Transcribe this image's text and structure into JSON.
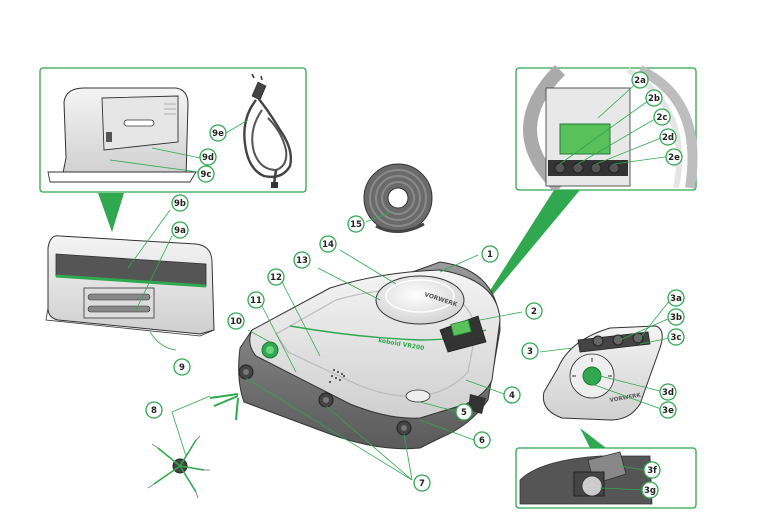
{
  "colors": {
    "accent": "#2fa84f",
    "accent_dark": "#1f7a37",
    "screen": "#5ac05a",
    "outline": "#333333",
    "body_gray": "#8c8c8c",
    "dark_gray": "#555555",
    "light_gray": "#e9e9e9"
  },
  "brand": {
    "robot_label": "kobold VR200",
    "lid_text": "VORWERK",
    "remote_text": "VORWERK"
  },
  "callouts": [
    "1",
    "2",
    "2a",
    "2b",
    "2c",
    "2d",
    "2e",
    "3",
    "3a",
    "3b",
    "3c",
    "3d",
    "3e",
    "3f",
    "3g",
    "4",
    "5",
    "6",
    "7",
    "8",
    "9",
    "9a",
    "9b",
    "9c",
    "9d",
    "9e",
    "10",
    "11",
    "12",
    "13",
    "14",
    "15"
  ],
  "icons": [
    "robot-vacuum",
    "charging-station",
    "power-cable",
    "filter-roll",
    "remote-control",
    "side-brush",
    "battery-compartment"
  ]
}
